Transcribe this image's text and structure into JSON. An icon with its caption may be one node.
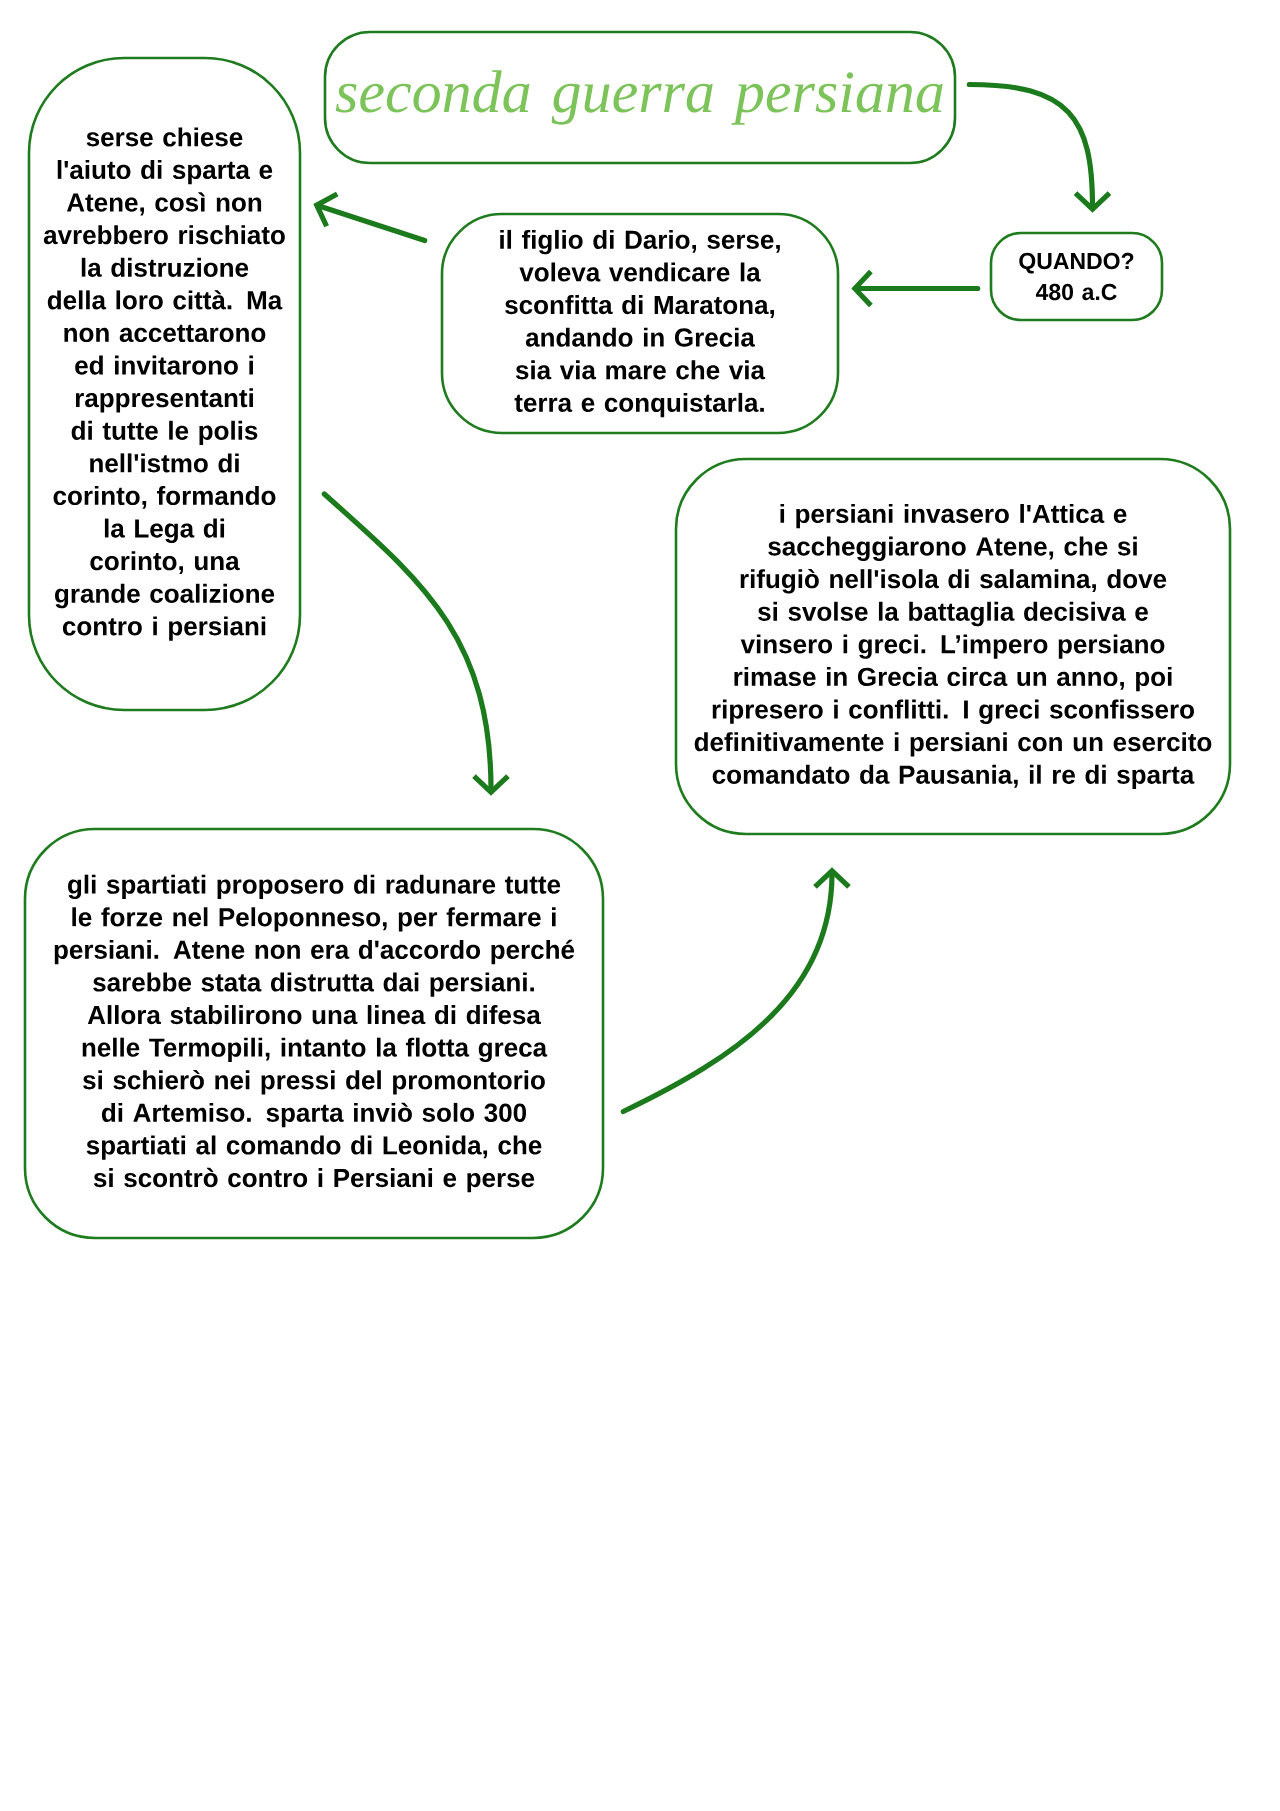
{
  "diagram": {
    "nodes": [
      {
        "text": [
          "seconda guerra persiana"
        ]
      },
      {
        "text": [
          "QUANDO?",
          "480 a.C"
        ]
      },
      {
        "text": [
          "il figlio di Dario, serse, voleva vendicare la sconfitta di Maratona, andando in Grecia sia via mare che via terra e conquistarla."
        ]
      },
      {
        "text": [
          "serse chiese l'aiuto di sparta e Atene, così non avrebbero rischiato la distruzione della loro città. Ma non accettarono ed invitarono i rappresentanti di tutte le polis nell'istmo di corinto, formando la Lega di corinto, una grande coalizione contro i persiani"
        ]
      },
      {
        "text": [
          "gli spartiati proposero di radunare tutte le forze nel Peloponneso, per fermare i persiani. Atene non era d'accordo perché sarebbe stata distrutta dai persiani. Allora stabilirono una linea di difesa nelle Termopili, intanto la flotta greca si schierò nei pressi del promontorio di Artemiso. sparta inviò solo 300 spartiati al comando di Leonida, che si scontrò contro i Persiani e perse"
        ]
      },
      {
        "text": [
          "i persiani invasero l'Attica e saccheggiarono Atene, che si rifugiò nell'isola di salamina, dove si svolse la battaglia decisiva e vinsero i greci. L’impero persiano rimase in Grecia circa un anno, poi ripresero i conflitti. I greci sconfissero definitivamente i persiani con un esercito comandato da Pausania, il re di sparta"
        ]
      }
    ],
    "edges": [
      {
        "from": 0,
        "to": 1,
        "arrow": "to"
      },
      {
        "from": 1,
        "to": 2,
        "arrow": "to"
      },
      {
        "from": 2,
        "to": 3,
        "arrow": "to"
      },
      {
        "from": 3,
        "to": 4,
        "arrow": "to"
      },
      {
        "from": 4,
        "to": 5,
        "arrow": "to"
      }
    ]
  }
}
